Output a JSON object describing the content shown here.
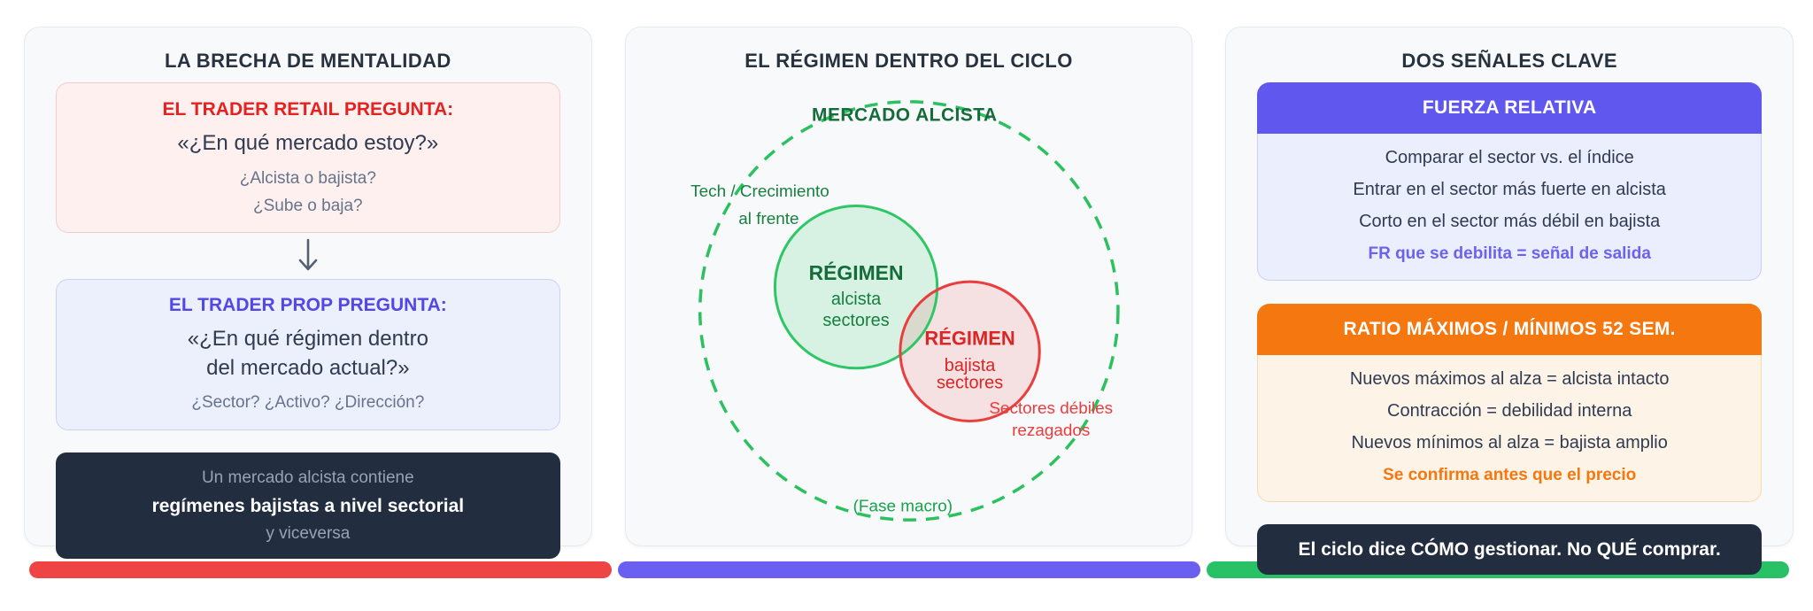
{
  "colors": {
    "accent_red": "#EF4444",
    "accent_indigo": "#6057EF",
    "accent_orange": "#F5770F",
    "accent_green": "#2BC15F",
    "dark_navy": "#222E40"
  },
  "mindset": {
    "title": "LA BRECHA DE MENTALIDAD",
    "retail": {
      "heading": "EL TRADER RETAIL PREGUNTA:",
      "question": "«¿En qué mercado estoy?»",
      "sub1": "¿Alcista o bajista?",
      "sub2": "¿Sube o baja?"
    },
    "prop": {
      "heading": "EL TRADER PROP PREGUNTA:",
      "question_line1": "«¿En qué régimen dentro",
      "question_line2": "del mercado actual?»",
      "sub": "¿Sector? ¿Activo? ¿Dirección?"
    },
    "summary": {
      "line1": "Un mercado alcista contiene",
      "line2": "regímenes bajistas a nivel sectorial",
      "line3": "y viceversa"
    }
  },
  "cycle": {
    "title": "EL RÉGIMEN DENTRO DEL CICLO",
    "outer_label": "MERCADO ALCISTA",
    "phase_label": "(Fase macro)",
    "left_note_line1": "Tech / Crecimiento",
    "left_note_line2": "al frente",
    "bull": {
      "heading": "RÉGIMEN",
      "line1": "alcista",
      "line2": "sectores"
    },
    "bear": {
      "heading": "RÉGIMEN",
      "line1": "bajista",
      "line2": "sectores"
    },
    "bear_note_line1": "Sectores débiles",
    "bear_note_line2": "rezagados"
  },
  "signals": {
    "title": "DOS SEÑALES CLAVE",
    "rs": {
      "header": "FUERZA RELATIVA",
      "lines": [
        "Comparar el sector vs. el índice",
        "Entrar en el sector más fuerte en alcista",
        "Corto en el sector más débil en bajista"
      ],
      "highlight": "FR que se debilita = señal de salida"
    },
    "ratio": {
      "header": "RATIO MÁXIMOS / MÍNIMOS 52 SEM.",
      "lines": [
        "Nuevos máximos al alza = alcista intacto",
        "Contracción = debilidad interna",
        "Nuevos mínimos al alza = bajista amplio"
      ],
      "highlight": "Se confirma antes que el precio"
    },
    "summary": "El ciclo dice CÓMO gestionar. No QUÉ comprar."
  },
  "footer": {
    "bar_colors": [
      "#EF4444",
      "#6A5FF1",
      "#28C166"
    ]
  }
}
